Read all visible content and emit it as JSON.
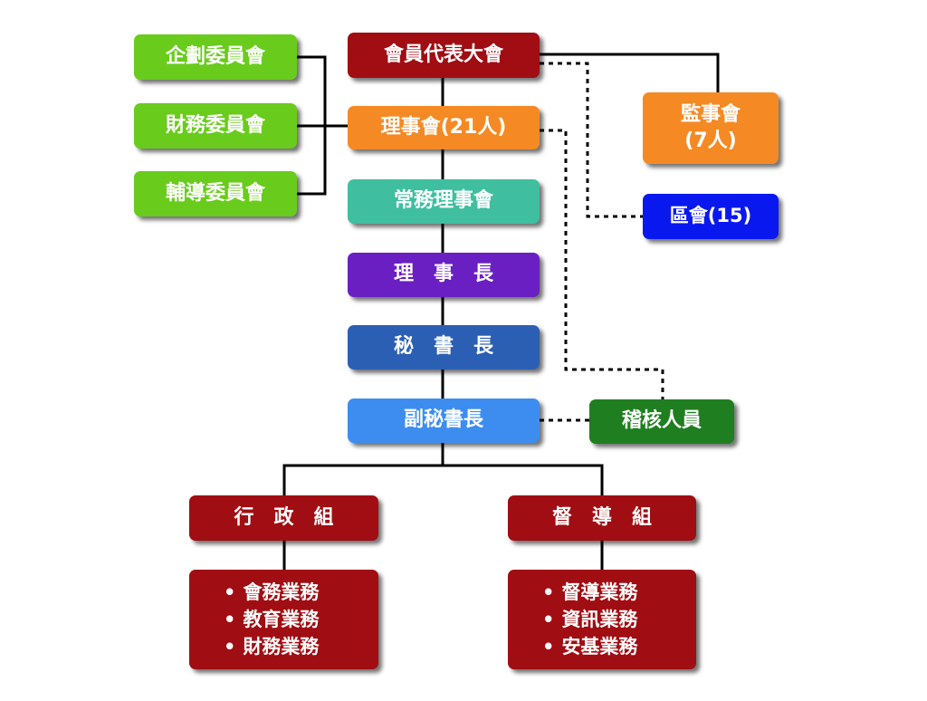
{
  "boxes": {
    "assembly": "會員代表大會",
    "board": "理事會(21人)",
    "standing": "常務理事會",
    "chairman": "理　事　長",
    "secretary": "秘　書　長",
    "deputy": "副秘書長",
    "planning": "企劃委員會",
    "finance": "財務委員會",
    "guidance": "輔導委員會",
    "supervisors": [
      "監事會",
      "(7人)"
    ],
    "district": "區會(15)",
    "auditor": "稽核人員",
    "admin": "行　政　組",
    "supervise": "督　導　組",
    "admin_duties": [
      "會務業務",
      "教育業務",
      "財務業務"
    ],
    "supervise_duties": [
      "督導業務",
      "資訊業務",
      "安基業務"
    ]
  },
  "colors": {
    "dark_red": "#a00d12",
    "orange": "#f58a24",
    "teal": "#3fbf9f",
    "purple": "#6a1fc2",
    "navy": "#2b5fb4",
    "sky": "#3d8df0",
    "green": "#69cc1c",
    "blue": "#0a18f0",
    "dark_green": "#1f7e1f"
  }
}
